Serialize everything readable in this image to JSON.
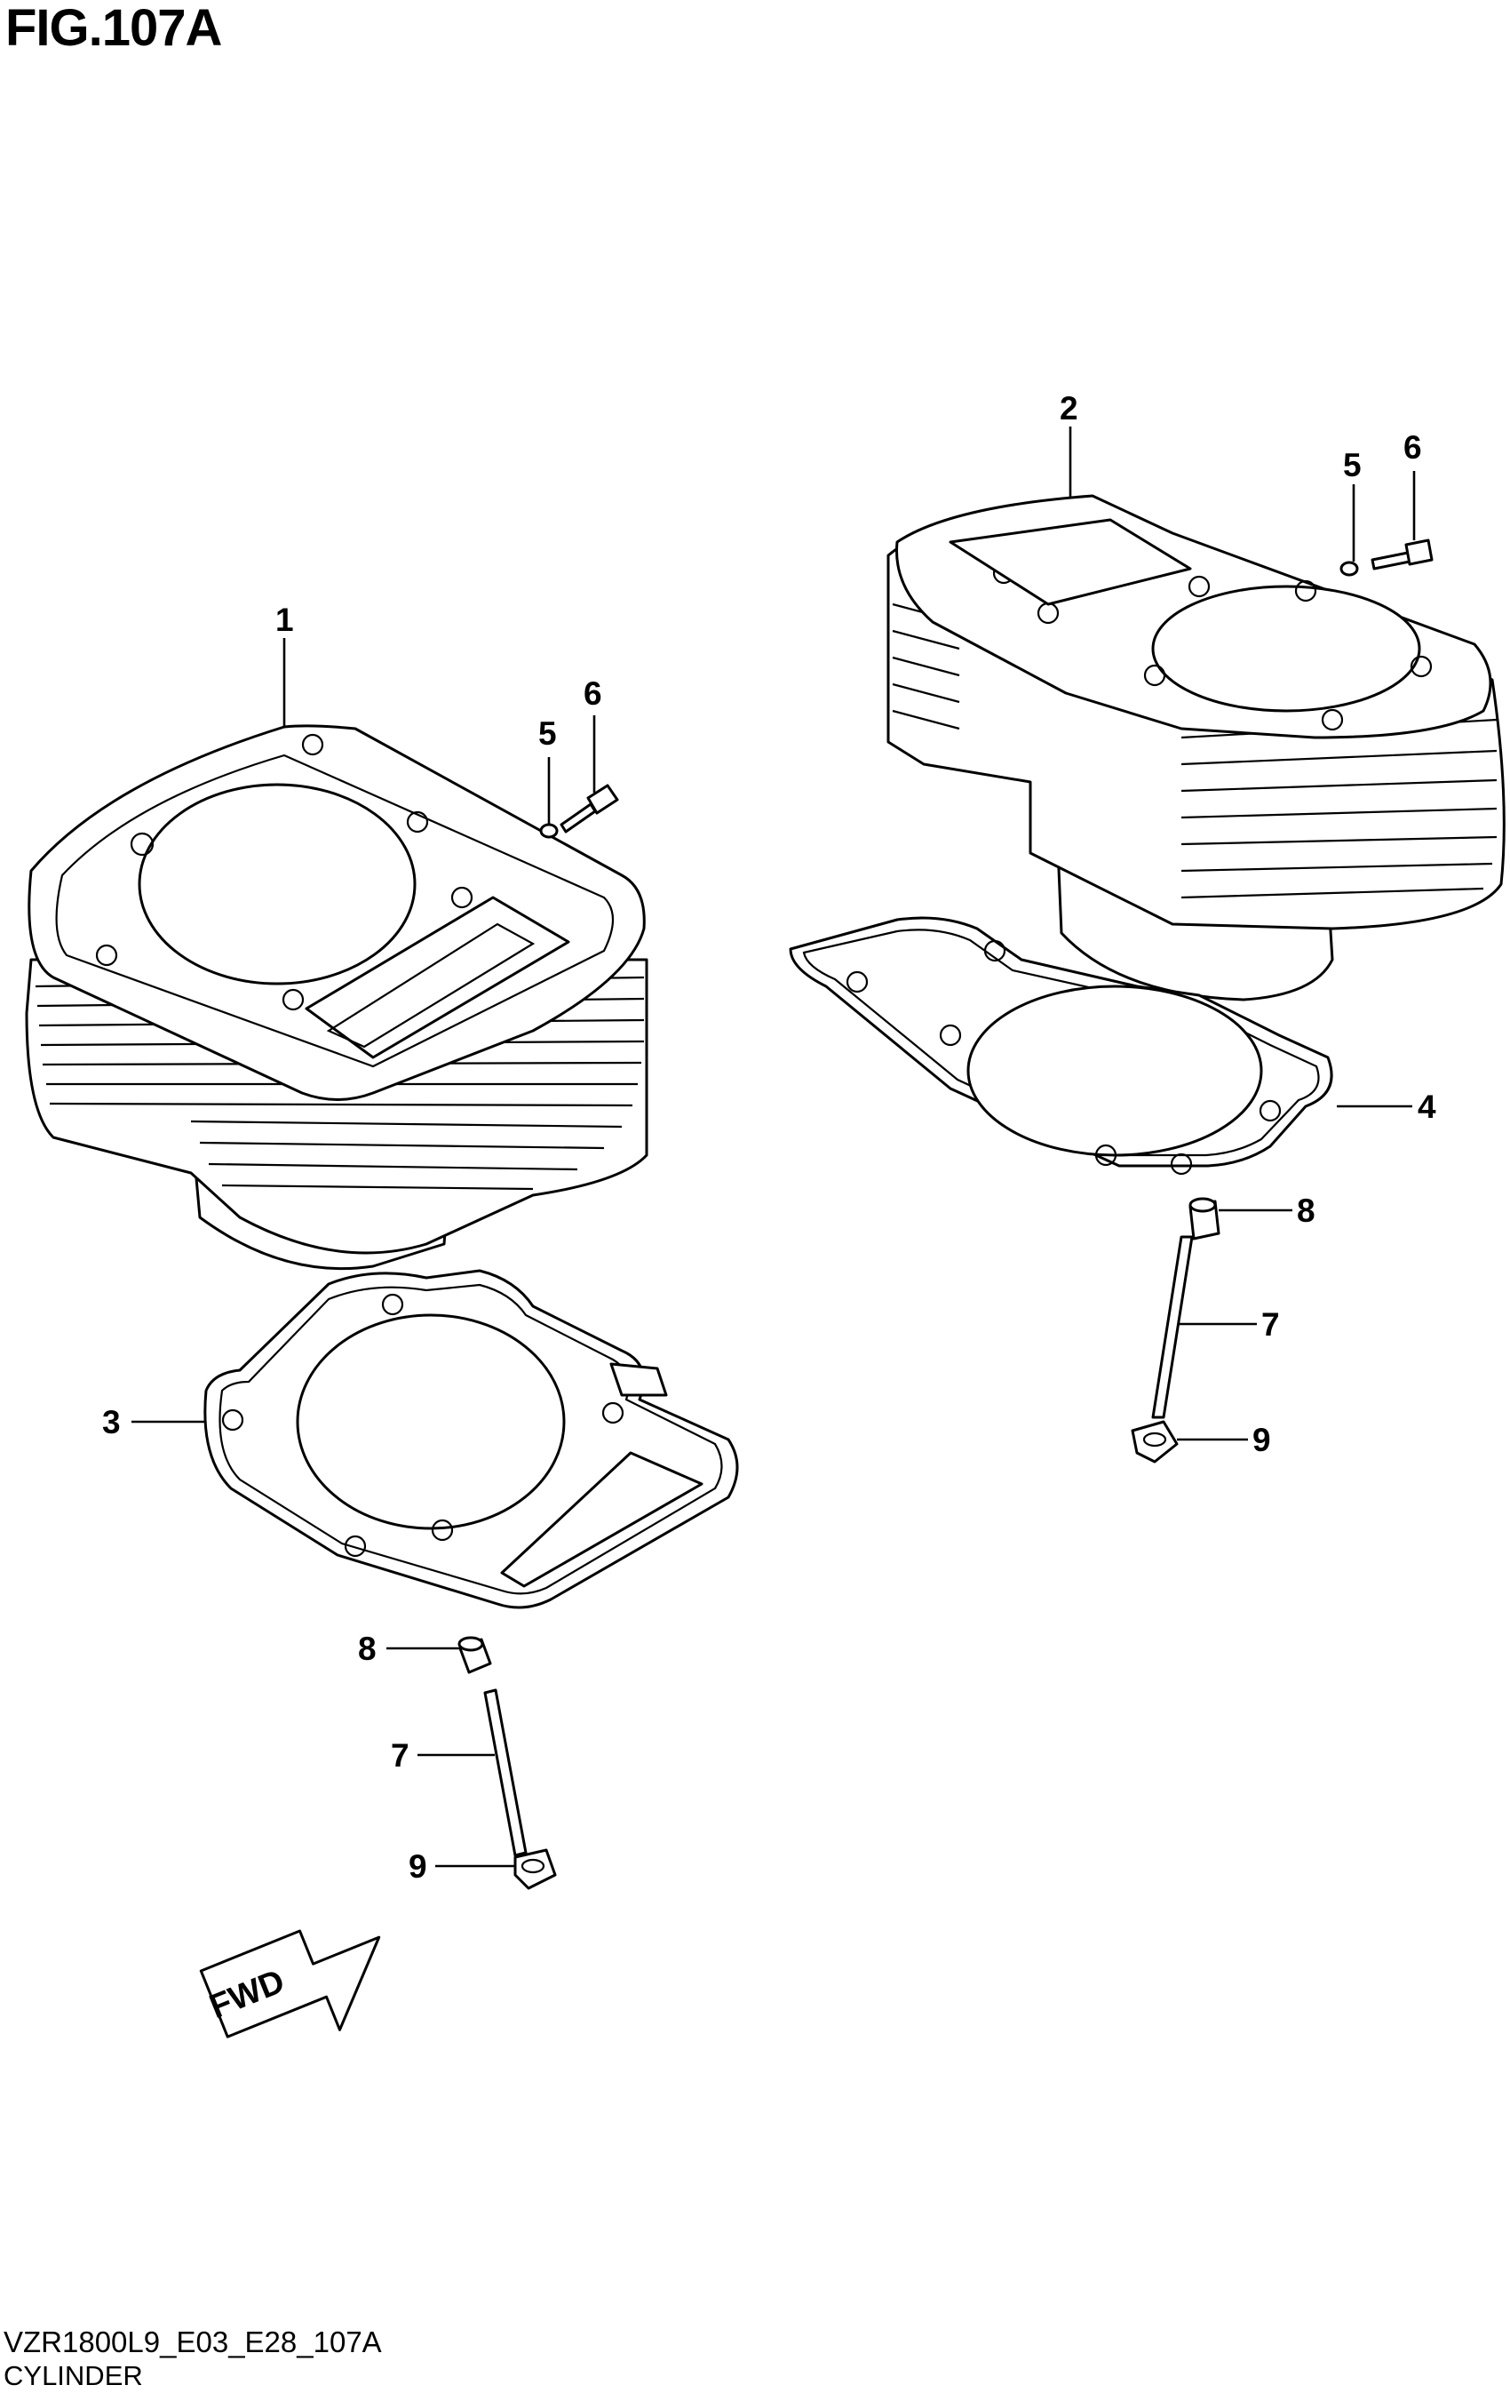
{
  "figure": {
    "title": "FIG.107A",
    "drawing_code": "VZR1800L9_E03_E28_107A",
    "caption": "CYLINDER",
    "fwd_label": "FWD"
  },
  "callouts": [
    {
      "id": "front-cylinder",
      "number": "1"
    },
    {
      "id": "rear-cylinder",
      "number": "2"
    },
    {
      "id": "front-gasket",
      "number": "3"
    },
    {
      "id": "rear-gasket",
      "number": "4"
    },
    {
      "id": "front-washer",
      "number": "5"
    },
    {
      "id": "rear-washer",
      "number": "5"
    },
    {
      "id": "front-bolt",
      "number": "6"
    },
    {
      "id": "rear-bolt",
      "number": "6"
    },
    {
      "id": "front-stud",
      "number": "7"
    },
    {
      "id": "rear-stud",
      "number": "7"
    },
    {
      "id": "front-dowel",
      "number": "8"
    },
    {
      "id": "rear-dowel",
      "number": "8"
    },
    {
      "id": "front-nut",
      "number": "9"
    },
    {
      "id": "rear-nut",
      "number": "9"
    }
  ]
}
